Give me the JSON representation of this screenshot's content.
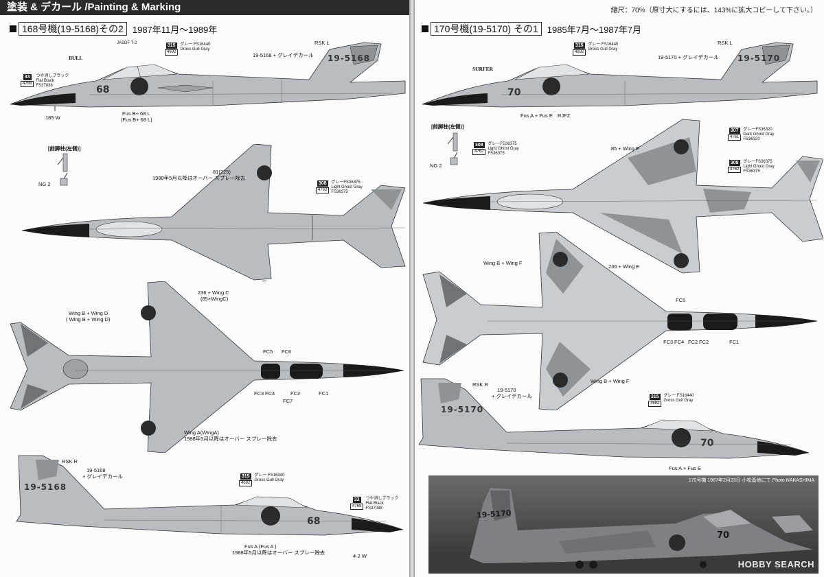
{
  "header": {
    "title": "塗装 & デカール /Painting & Marking",
    "scale_note": "縮尺：70%（原寸大にするには、143%に拡大コピーして下さい。）"
  },
  "left": {
    "title_box": "168号機(19-5168)その2",
    "dates": "1987年11月〜1989年",
    "side_top": {
      "serial": "19-5168",
      "nose_number": "68",
      "unit_mark": "BULL",
      "rsk": "RSK L",
      "decal": "19-5168 + グレイデカール",
      "fus": "Fus B+ 68 L",
      "fus2": "(Fus B+ 68 L)",
      "gear": "185 W",
      "paint33": {
        "n1": "33",
        "n2": "4768",
        "ja": "つや消しブラック",
        "en": "Flat Black",
        "fs": "FS37038"
      },
      "paint315": {
        "n1": "315",
        "n2": "4692",
        "ja": "グレー FS16440",
        "en": "Gross Gull Gray"
      },
      "small_text": "JASDF T-2"
    },
    "gear_view": {
      "title": "[前脚柱(左側)]",
      "label": "NG 2"
    },
    "top_view": {
      "label1": "81(225)",
      "label1b": "1988年5月以降はオーバー スプレー除去",
      "label2": "236 + Wing C",
      "label2b": "(85+WingC)",
      "paint308": {
        "n1": "308",
        "n2": "4762",
        "ja": "グレーFS36375",
        "en": "Light Ghost Gray",
        "fs": "FS36375"
      }
    },
    "bottom_view": {
      "label1": "Wing B + Wing D",
      "label1b": "( Wing B + Wing D)",
      "fc5": "FC5",
      "fc6": "FC6",
      "fc3": "FC3",
      "fc4": "FC4",
      "fc2": "FC2",
      "fc7": "FC7",
      "fc1": "FC1",
      "label2": "Wing A(WingA)",
      "label2b": "1988年5月以降はオーバー スプレー除去"
    },
    "side_bottom": {
      "serial": "19-5168",
      "nose_number": "68",
      "rsk": "RSK R",
      "decal1": "19-5168",
      "decal2": "+ グレイデカール",
      "fus": "Fus A (Fus A )",
      "fus2": "1988年5月以降はオーバー スプレー除去",
      "gear": "4-2 W",
      "paint315": {
        "n1": "315",
        "n2": "4692",
        "ja": "グレー FS16440",
        "en": "Gross Gull Gray"
      },
      "paint33": {
        "n1": "33",
        "n2": "4768",
        "ja": "つや消しブラック",
        "en": "Flat Black",
        "fs": "FS37038"
      }
    }
  },
  "right": {
    "title_box": "170号機(19-5170) その1",
    "dates": "1985年7月〜1987年7月",
    "side_top": {
      "serial": "19-5170",
      "nose_number": "70",
      "unit_mark": "SURFER",
      "rsk": "RSK L",
      "decal": "19-5170 + グレイデカール",
      "fus": "Fus A + Fus E",
      "rjfz": "RJFZ",
      "paint315": {
        "n1": "315",
        "n2": "4692",
        "ja": "グレー FS16440",
        "en": "Gross Gull Gray"
      }
    },
    "gear_view": {
      "title": "[前脚柱(左側)]",
      "label": "NG 2",
      "paint308": {
        "n1": "308",
        "n2": "4762",
        "ja": "グレーFS36375",
        "en": "Light Ghost Gray",
        "fs": "FS36375"
      }
    },
    "top_view": {
      "label1": "85 + Wing E",
      "label2": "236 + Wing E",
      "paint307": {
        "n1": "307",
        "n2": "4761",
        "ja": "グレーFS36320",
        "en": "Dark Ghost Gray",
        "fs": "FS36320"
      },
      "paint308": {
        "n1": "308",
        "n2": "4762",
        "ja": "グレーFS36375",
        "en": "Light Ghost Gray",
        "fs": "FS36375"
      }
    },
    "bottom_view": {
      "label1": "Wing B + Wing F",
      "label2": "Wing B + Wing F",
      "fc5": "FC5",
      "fc3": "FC3",
      "fc4": "FC4",
      "fc2": "FC2",
      "fc1": "FC1"
    },
    "side_bottom": {
      "serial": "19-5170",
      "nose_number": "70",
      "rsk": "RSK R",
      "decal1": "19-5170",
      "decal2": "+ グレイデカール",
      "fus": "Fus A + Fus E",
      "paint315": {
        "n1": "315",
        "n2": "4692",
        "ja": "グレー FS16440",
        "en": "Gross Gull Gray"
      }
    },
    "photo": {
      "caption": "170号機 1987年2月23日 小松基地にて Photo:NAKASHIMA",
      "watermark": "HOBBY SEARCH",
      "tail_serial": "19-5170",
      "nose_number": "70"
    }
  },
  "colors": {
    "gull_gray": "#b9bcc0",
    "ghost_light": "#c9ccd0",
    "ghost_dark": "#8e9398",
    "black": "#1a1a1a",
    "hinomaru": "#2a2a2a"
  }
}
